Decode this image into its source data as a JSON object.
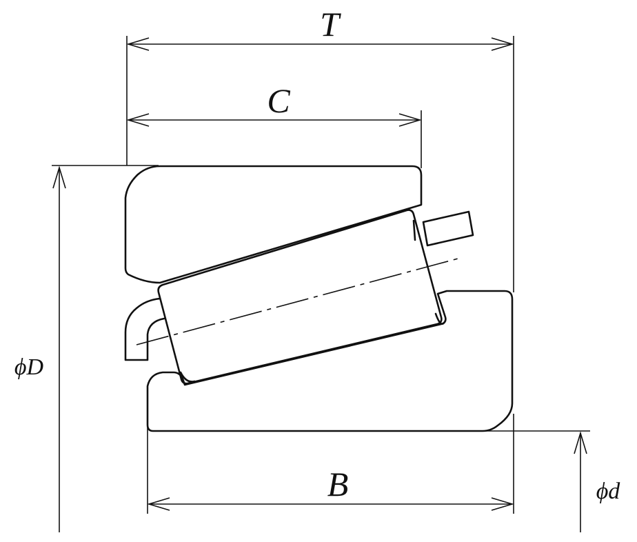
{
  "labels": {
    "total_width": "T",
    "cup_width": "C",
    "cone_width": "B",
    "outer_diameter": "ϕD",
    "bore_diameter": "ϕd"
  }
}
